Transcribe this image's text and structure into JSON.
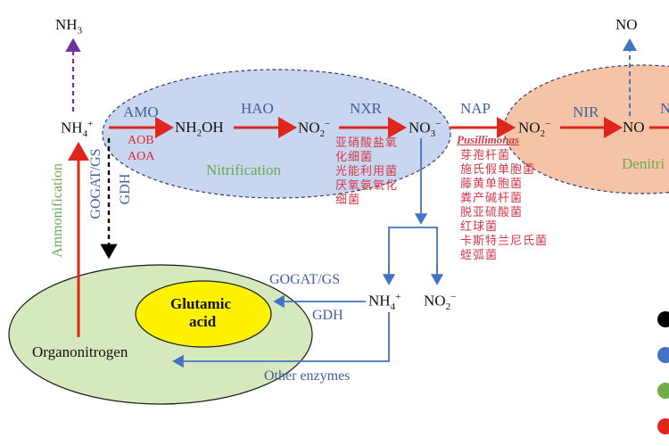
{
  "compounds": {
    "nh3": "NH",
    "nh3_sub": "3",
    "nh4": "NH",
    "nh4_sub": "4",
    "nh4_sup": "+",
    "nh2oh": "NH",
    "nh2oh_sub": "2",
    "nh2oh_rest": "OH",
    "no2a": "NO",
    "no2a_sub": "2",
    "no2a_sup": "−",
    "no3": "NO",
    "no3_sub": "3",
    "no3_sup": "−",
    "no2b": "NO",
    "no2b_sub": "2",
    "no2b_sup": "−",
    "no_mid": "NO",
    "no_top": "NO",
    "nh4_lower": "NH",
    "nh4_lower_sub": "4",
    "nh4_lower_sup": "+",
    "no2_lower": "NO",
    "no2_lower_sub": "2",
    "no2_lower_sup": "−"
  },
  "enzymes": {
    "amo": "AMO",
    "hao": "HAO",
    "nxr": "NXR",
    "nap": "NAP",
    "nir": "NIR",
    "n_partial": "N",
    "aob": "AOB",
    "aoa": "AOA",
    "gogat_gs_vertical": "GOGAT/GS",
    "gdh_vertical": "GDH",
    "gogat_gs": "GOGAT/GS",
    "gdh": "GDH",
    "other_enzymes": "Other enzymes"
  },
  "processes": {
    "nitrification": "Nitrification",
    "denitrification_partial": "Denitri",
    "ammonification": "Ammonification"
  },
  "pools": {
    "glutamic_acid_line1": "Glutamic",
    "glutamic_acid_line2": "acid",
    "organonitrogen": "Organonitrogen"
  },
  "organisms": {
    "nitrifiers": [
      "亚硝酸盐氧",
      "化细菌",
      "光能利用菌",
      "厌氧氨氧化",
      "细菌"
    ],
    "denitrifier_italic": "Pusillimonas",
    "denitrifiers": [
      "芽孢杆菌",
      "施氏假单胞菌",
      "藤黄单胞菌",
      "粪产碱杆菌",
      "脱亚硫酸菌",
      "红球菌",
      "卡斯特兰尼氏菌",
      "蛭弧菌"
    ]
  },
  "colors": {
    "nitrification_fill": "#c9d6ef",
    "denitrification_fill": "#f5c4a6",
    "organonitrogen_fill": "#d6e9bd",
    "glutamic_fill": "#fff200",
    "red_arrow": "#e0261c",
    "blue": "#4472c4",
    "purple": "#7030a0",
    "legend_black": "#000000",
    "legend_blue": "#4472c4",
    "legend_green": "#70ad47",
    "legend_red": "#e0261c"
  }
}
